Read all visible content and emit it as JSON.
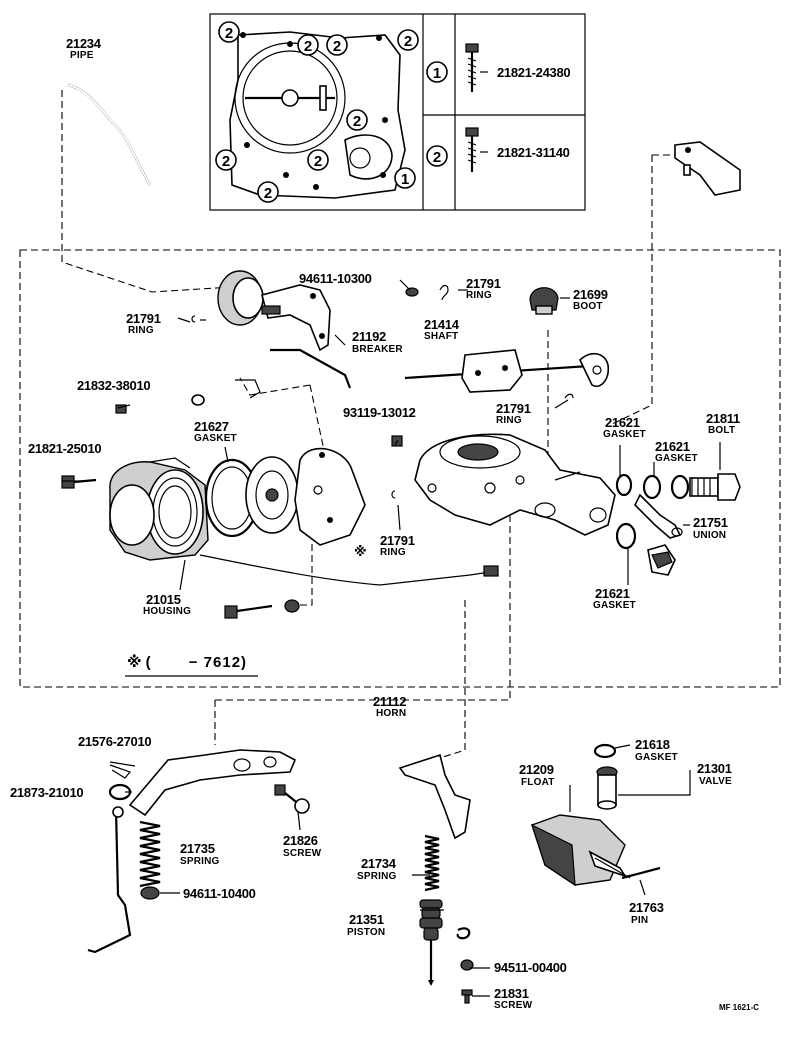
{
  "inset": {
    "callouts": [
      {
        "mark": "1",
        "part_number": "21821-24380"
      },
      {
        "mark": "2",
        "part_number": "21821-31140"
      }
    ]
  },
  "parts": [
    {
      "id": "pipe",
      "number": "21234",
      "name": "PIPE"
    },
    {
      "id": "ring-a",
      "number": "21791",
      "name": "RING"
    },
    {
      "id": "breaker",
      "number": "21192",
      "name": "BREAKER"
    },
    {
      "id": "washer-a",
      "number": "94611-10300",
      "name": ""
    },
    {
      "id": "ring-b",
      "number": "21791",
      "name": "RING"
    },
    {
      "id": "shaft",
      "number": "21414",
      "name": "SHAFT"
    },
    {
      "id": "boot",
      "number": "21699",
      "name": "BOOT"
    },
    {
      "id": "screw-a",
      "number": "21832-38010",
      "name": ""
    },
    {
      "id": "gasket-a",
      "number": "21627",
      "name": "GASKET"
    },
    {
      "id": "screw-b",
      "number": "93119-13012",
      "name": ""
    },
    {
      "id": "ring-c",
      "number": "21791",
      "name": "RING"
    },
    {
      "id": "gasket-b",
      "number": "21621",
      "name": "GASKET"
    },
    {
      "id": "gasket-c",
      "number": "21621",
      "name": "GASKET"
    },
    {
      "id": "bolt",
      "number": "21811",
      "name": "BOLT"
    },
    {
      "id": "screw-c",
      "number": "21821-25010",
      "name": ""
    },
    {
      "id": "ring-d",
      "number": "21791",
      "name": "RING"
    },
    {
      "id": "union",
      "number": "21751",
      "name": "UNION"
    },
    {
      "id": "housing",
      "number": "21015",
      "name": "HOUSING"
    },
    {
      "id": "gasket-d",
      "number": "21621",
      "name": "GASKET"
    },
    {
      "id": "horn",
      "number": "21112",
      "name": "HORN"
    },
    {
      "id": "clip",
      "number": "21576-27010",
      "name": ""
    },
    {
      "id": "washer-b",
      "number": "21873-21010",
      "name": ""
    },
    {
      "id": "spring-a",
      "number": "21735",
      "name": "SPRING"
    },
    {
      "id": "washer-c",
      "number": "94611-10400",
      "name": ""
    },
    {
      "id": "screw-d",
      "number": "21826",
      "name": "SCREW"
    },
    {
      "id": "float",
      "number": "21209",
      "name": "FLOAT"
    },
    {
      "id": "gasket-e",
      "number": "21618",
      "name": "GASKET"
    },
    {
      "id": "valve",
      "number": "21301",
      "name": "VALVE"
    },
    {
      "id": "spring-b",
      "number": "21734",
      "name": "SPRING"
    },
    {
      "id": "piston",
      "number": "21351",
      "name": "PISTON"
    },
    {
      "id": "pin",
      "number": "21763",
      "name": "PIN"
    },
    {
      "id": "nut",
      "number": "94511-00400",
      "name": ""
    },
    {
      "id": "screw-e",
      "number": "21831",
      "name": "SCREW"
    }
  ],
  "footnote": {
    "marker": "※",
    "text": "(   − 7612)"
  },
  "asterisk_mark": "※",
  "figure_code": "MF 1621-C"
}
